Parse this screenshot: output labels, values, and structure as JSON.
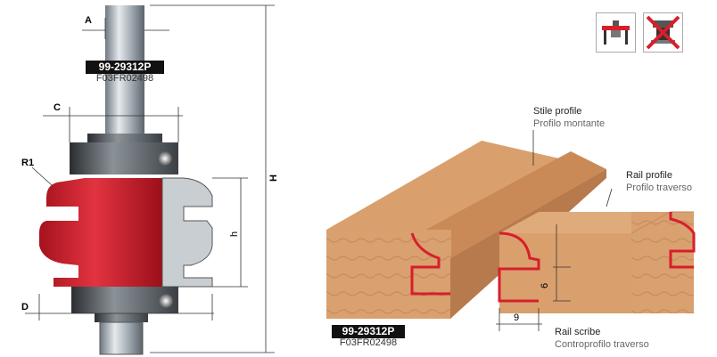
{
  "part_code": "99-29312P",
  "ref_code": "F03FR02498",
  "dims": {
    "A": "A",
    "C": "C",
    "R1": "R1",
    "D": "D",
    "H": "H",
    "h": "h",
    "six": "6",
    "nine": "9"
  },
  "callouts": {
    "stile": {
      "en": "Stile profile",
      "it": "Profilo montante"
    },
    "rail": {
      "en": "Rail profile",
      "it": "Profilo traverso"
    },
    "scribe": {
      "en": "Rail scribe",
      "it": "Controprofilo traverso"
    }
  },
  "icons": [
    {
      "name": "router-table-icon",
      "allowed": true
    },
    {
      "name": "handheld-router-icon",
      "allowed": false
    }
  ],
  "colors": {
    "red": "#d81e2c",
    "wood": "#d69a6a",
    "wood_dark": "#b8784a",
    "steel": "#9aa3ab"
  }
}
